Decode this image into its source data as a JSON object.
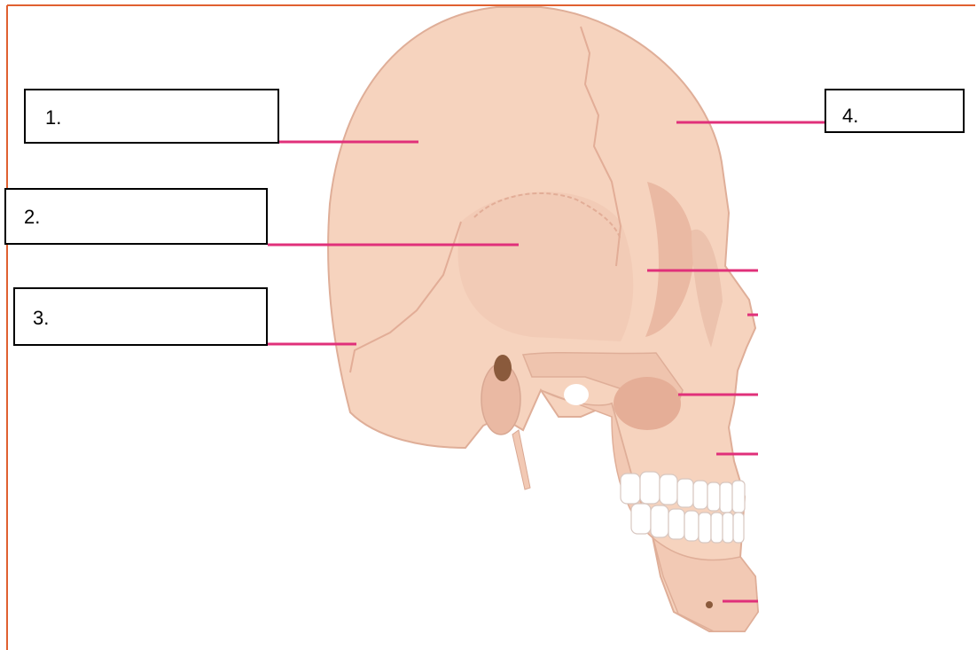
{
  "diagram": {
    "labels": [
      {
        "id": "1",
        "text": "1."
      },
      {
        "id": "2",
        "text": "2."
      },
      {
        "id": "3",
        "text": "3."
      },
      {
        "id": "4",
        "text": "4."
      }
    ],
    "colors": {
      "frame_border": "#e06030",
      "leader_line": "#e0307a",
      "bone": "#f6d3be",
      "bone_shadow": "#e6b5a0",
      "suture": "#d9a893",
      "teeth": "#ffffff",
      "ear_canal": "#8a5a3c"
    }
  }
}
